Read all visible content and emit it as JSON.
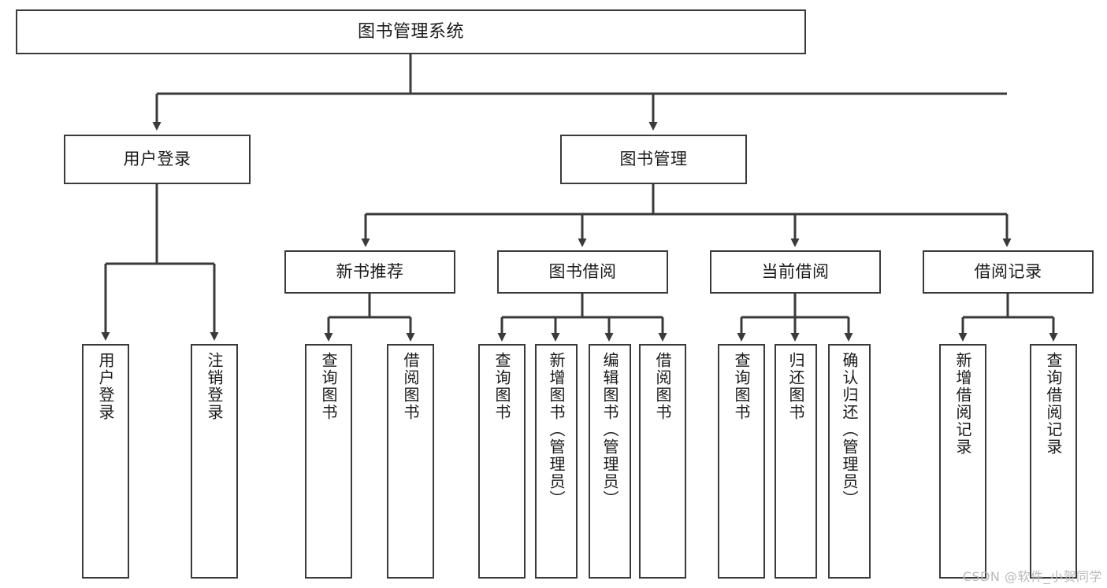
{
  "diagram": {
    "title": "图书管理系统",
    "type": "tree-hierarchy",
    "root": {
      "label": "图书管理系统"
    },
    "level2": [
      {
        "id": "user-login",
        "label": "用户登录"
      },
      {
        "id": "book-management",
        "label": "图书管理"
      }
    ],
    "level3": [
      {
        "id": "new-book-recommend",
        "label": "新书推荐",
        "parent": "book-management"
      },
      {
        "id": "book-borrow",
        "label": "图书借阅",
        "parent": "book-management"
      },
      {
        "id": "current-borrow",
        "label": "当前借阅",
        "parent": "book-management"
      },
      {
        "id": "borrow-record",
        "label": "借阅记录",
        "parent": "book-management"
      }
    ],
    "leaves": {
      "user-login": [
        {
          "id": "leaf-user-login",
          "label": "用户登录"
        },
        {
          "id": "leaf-logout",
          "label": "注销登录"
        }
      ],
      "new-book-recommend": [
        {
          "id": "leaf-query-book-1",
          "label": "查询图书"
        },
        {
          "id": "leaf-borrow-book-1",
          "label": "借阅图书"
        }
      ],
      "book-borrow": [
        {
          "id": "leaf-query-book-2",
          "label": "查询图书"
        },
        {
          "id": "leaf-add-book",
          "label": "新增图书（管理员）"
        },
        {
          "id": "leaf-edit-book",
          "label": "编辑图书（管理员）"
        },
        {
          "id": "leaf-borrow-book-2",
          "label": "借阅图书"
        }
      ],
      "current-borrow": [
        {
          "id": "leaf-query-book-3",
          "label": "查询图书"
        },
        {
          "id": "leaf-return-book",
          "label": "归还图书"
        },
        {
          "id": "leaf-confirm-return",
          "label": "确认归还（管理员）"
        }
      ],
      "borrow-record": [
        {
          "id": "leaf-add-record",
          "label": "新增借阅记录"
        },
        {
          "id": "leaf-query-record",
          "label": "查询借阅记录"
        }
      ]
    }
  },
  "watermark": {
    "text": "CSDN @软件_小贺同学"
  },
  "colors": {
    "stroke": "#3a3a3a",
    "background": "#ffffff",
    "text": "#1a1a1a",
    "watermark": "#b9b9b9"
  }
}
